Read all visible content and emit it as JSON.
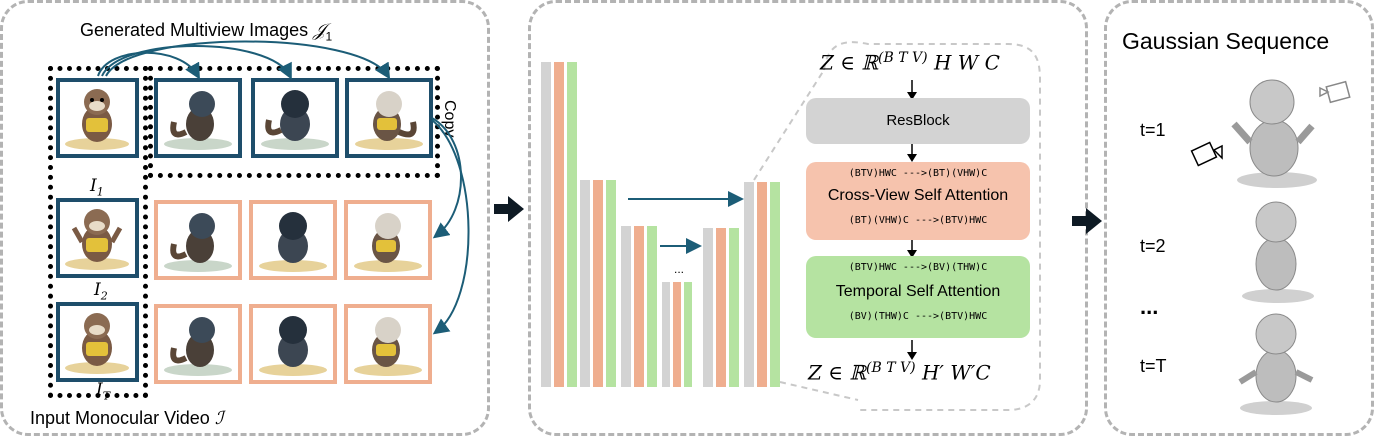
{
  "left": {
    "title": "Generated Multiview Images",
    "title_symbol": "𝒥",
    "title_sub": "1",
    "copy_label": "Copy",
    "bottom_label": "Input Monocular Video",
    "bottom_symbol": "ℐ",
    "row_labels": [
      {
        "sym": "I",
        "sub": "1"
      },
      {
        "sym": "I",
        "sub": "2"
      },
      {
        "sym": "I",
        "sub": "T"
      }
    ]
  },
  "middle": {
    "z_in": {
      "prefix": "Z ∈ ℝ",
      "sup": "(B T V)",
      "suffix": " H W C"
    },
    "z_out": {
      "prefix": "Z ∈ ℝ",
      "sup": "(B T V)",
      "suffix": " H′ W′C"
    },
    "resblock": "ResBlock",
    "cross_view": {
      "top": "(BTV)HWC --->(BT)(VHW)C",
      "title": "Cross-View Self Attention",
      "bottom": "(BT)(VHW)C --->(BTV)HWC"
    },
    "temporal": {
      "top": "(BTV)HWC --->(BV)(THW)C",
      "title": "Temporal  Self Attention",
      "bottom": "(BV)(THW)C --->(BTV)HWC"
    },
    "ellipsis": "..."
  },
  "right": {
    "title": "Gaussian Sequence",
    "labels": [
      "t=1",
      "t=2",
      "...",
      "t=T"
    ]
  },
  "colors": {
    "navy": "#1e4e6b",
    "salmon": "#efae8f",
    "gray": "#d3d3d3",
    "green": "#b5e3a1",
    "teal_arrow": "#1c5d77"
  }
}
